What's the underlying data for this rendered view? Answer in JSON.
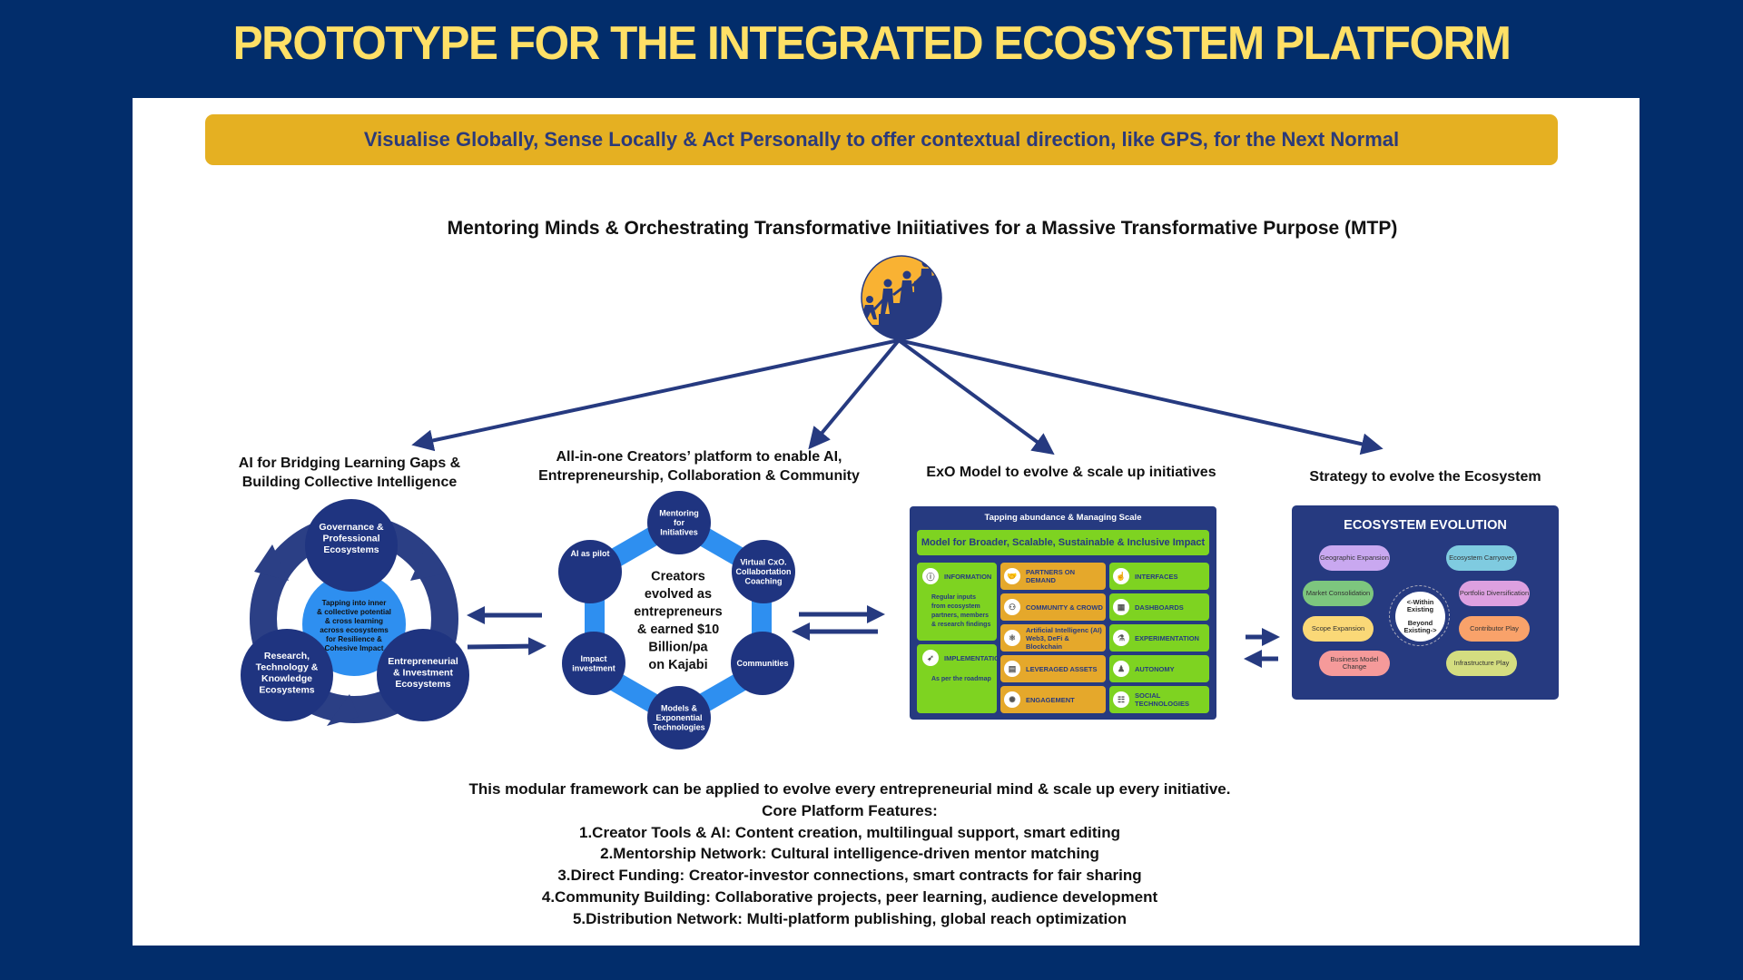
{
  "title": "PROTOTYPE FOR THE INTEGRATED ECOSYSTEM PLATFORM",
  "banner": "Visualise Globally, Sense Locally & Act Personally to offer contextual direction, like GPS, for the Next Normal",
  "mtp_heading": "Mentoring Minds & Orchestrating Transformative Iniitiatives for a Massive Transformative Purpose (MTP)",
  "logo": {
    "icon": "people-climbing-stairs-logo",
    "colors": {
      "sun": "#F9B233",
      "navy": "#263a80"
    }
  },
  "colors": {
    "background": "#022d6b",
    "title": "#FFE066",
    "banner": "#E5B022",
    "navy": "#263a80",
    "light_blue": "#2E8FF0",
    "green": "#7ED321",
    "orange": "#E5A82B"
  },
  "sections": {
    "ai": {
      "title_line1": "AI for Bridging Learning Gaps &",
      "title_line2": "Building Collective Intelligence",
      "center_lines": [
        "Tapping into inner",
        "& collective potential",
        "& cross learning",
        "across ecosystems",
        "for  Resilience &",
        "Cohesive Impact"
      ],
      "nodes": [
        {
          "lines": [
            "Governance &",
            "Professional",
            "Ecosystems"
          ]
        },
        {
          "lines": [
            "Entrepreneurial",
            "& Investment",
            "Ecosystems"
          ]
        },
        {
          "lines": [
            "Research,",
            "Technology &",
            "Knowledge",
            "Ecosystems"
          ]
        }
      ]
    },
    "creators": {
      "title_line1": "All-in-one Creators’ platform to enable AI,",
      "title_line2": "Entrepreneurship, Collaboration & Community",
      "center_lines": [
        "Creators",
        "evolved as",
        "entrepreneurs",
        "& earned $10",
        "Billion/pa",
        "on Kajabi"
      ],
      "nodes": [
        {
          "lines": [
            "Mentoring",
            "for",
            "Initiatives"
          ]
        },
        {
          "lines": [
            "Virtual CxO.",
            "Collabortation",
            "Coaching"
          ]
        },
        {
          "lines": [
            "Communities"
          ]
        },
        {
          "lines": [
            "Models &",
            "Exponential",
            "Technologies"
          ]
        },
        {
          "lines": [
            "Impact",
            "investment"
          ]
        },
        {
          "lines": [
            "AI as pilot"
          ]
        }
      ]
    },
    "exo": {
      "title": "ExO Model to evolve & scale up initiatives",
      "header": "Tapping abundance & Managing Scale",
      "model": "Model for Broader, Scalable, Sustainable & Inclusive Impact",
      "information": {
        "label": "INFORMATION",
        "icon": "info-icon",
        "desc": "Regular inputs from ecosystem partners, members & research findings"
      },
      "implementation": {
        "label": "IMPLEMENTATION",
        "icon": "rocket-icon",
        "desc": "As per the roadmap"
      },
      "middle": [
        {
          "label": "PARTNERS ON DEMAND",
          "icon": "handshake-icon"
        },
        {
          "label": "COMMUNITY & CROWD",
          "icon": "crowd-icon"
        },
        {
          "label": "Artificial Intelligenc (AI) Web3, DeFi & Blockchain",
          "icon": "ai-chip-icon"
        },
        {
          "label": "LEVERAGED ASSETS",
          "icon": "assets-icon"
        },
        {
          "label": "ENGAGEMENT",
          "icon": "engagement-icon"
        }
      ],
      "right": [
        {
          "label": "INTERFACES",
          "icon": "touch-icon"
        },
        {
          "label": "DASHBOARDS",
          "icon": "dashboard-icon"
        },
        {
          "label": "EXPERIMENTATION",
          "icon": "experiment-icon"
        },
        {
          "label": "AUTONOMY",
          "icon": "team-icon"
        },
        {
          "label": "SOCIAL TECHNOLOGIES",
          "icon": "social-icon"
        }
      ]
    },
    "strategy": {
      "title": "Strategy to evolve the Ecosystem",
      "box_title": "ECOSYSTEM EVOLUTION",
      "center_top": "<-Within Existing",
      "center_bottom": "Beyond Existing->",
      "left": [
        {
          "label": "Geographic Expansion",
          "color": "#C9A8F0"
        },
        {
          "label": "Market Consolidation",
          "color": "#7DC67E"
        },
        {
          "label": "Scope Expansion",
          "color": "#FAD877"
        },
        {
          "label": "Business Model Change",
          "color": "#F59A9A"
        }
      ],
      "right": [
        {
          "label": "Ecosystem Carryover",
          "color": "#7FCBE0"
        },
        {
          "label": "Portfolio Diversification",
          "color": "#DDA0E0"
        },
        {
          "label": "Contributor Play",
          "color": "#F9A26A"
        },
        {
          "label": "Infrastructure Play",
          "color": "#D4DD80"
        }
      ]
    }
  },
  "bottom": {
    "intro": "This modular framework can be applied to evolve every entrepreneurial mind & scale up every initiative.",
    "features_heading": "Core Platform Features:",
    "features": [
      "1.Creator Tools & AI: Content creation, multilingual support, smart editing",
      "2.Mentorship Network: Cultural intelligence-driven mentor matching",
      "3.Direct Funding: Creator-investor connections, smart contracts for fair sharing",
      "4.Community Building: Collaborative projects, peer learning, audience development",
      "5.Distribution Network: Multi-platform publishing, global reach optimization"
    ]
  }
}
